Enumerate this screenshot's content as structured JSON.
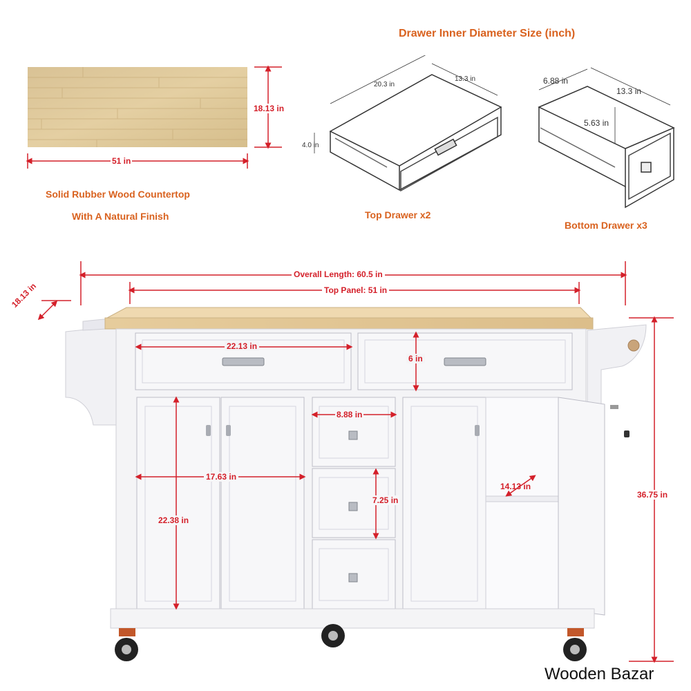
{
  "header": {
    "title": "Drawer Inner Diameter Size (inch)"
  },
  "countertop": {
    "caption_line1": "Solid Rubber Wood Countertop",
    "caption_line2": "With A Natural Finish",
    "width": "51 in",
    "height": "18.13 in"
  },
  "top_drawer": {
    "caption": "Top Drawer x2",
    "length": "20.3 in",
    "width": "13.3 in",
    "height": "4.0 in"
  },
  "bottom_drawer": {
    "caption": "Bottom Drawer x3",
    "length": "6.88 in",
    "width": "13.3 in",
    "height": "5.63 in"
  },
  "cart": {
    "overall_length": "Overall Length: 60.5 in",
    "top_panel": "Top Panel: 51 in",
    "depth": "18.13 in",
    "total_height": "36.75 in",
    "top_drawer_width": "22.13 in",
    "top_drawer_height": "6 in",
    "small_drawer_width": "8.88 in",
    "small_drawer_height": "7.25 in",
    "cabinet_width": "17.63 in",
    "cabinet_height": "22.38 in",
    "shelf_depth": "14.13 in"
  },
  "watermark": {
    "text": "Wooden Bazar"
  },
  "colors": {
    "label_orange": "#d9621f",
    "dimension_red": "#d4202a",
    "cabinet_white": "#f4f4f6",
    "wood": "#e2c99a"
  }
}
